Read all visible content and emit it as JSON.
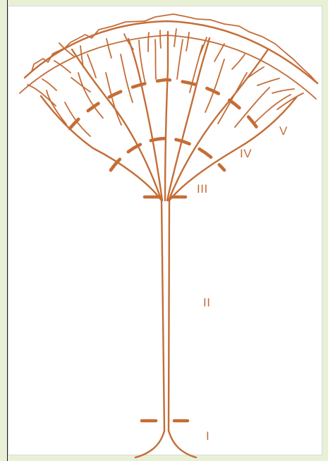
{
  "diagram": {
    "zone_labels": [
      "I",
      "II",
      "III",
      "IV",
      "V"
    ]
  },
  "colors": {
    "ink": "#c46d37",
    "frame": "#e8f0d6",
    "background": "#ffffff"
  }
}
